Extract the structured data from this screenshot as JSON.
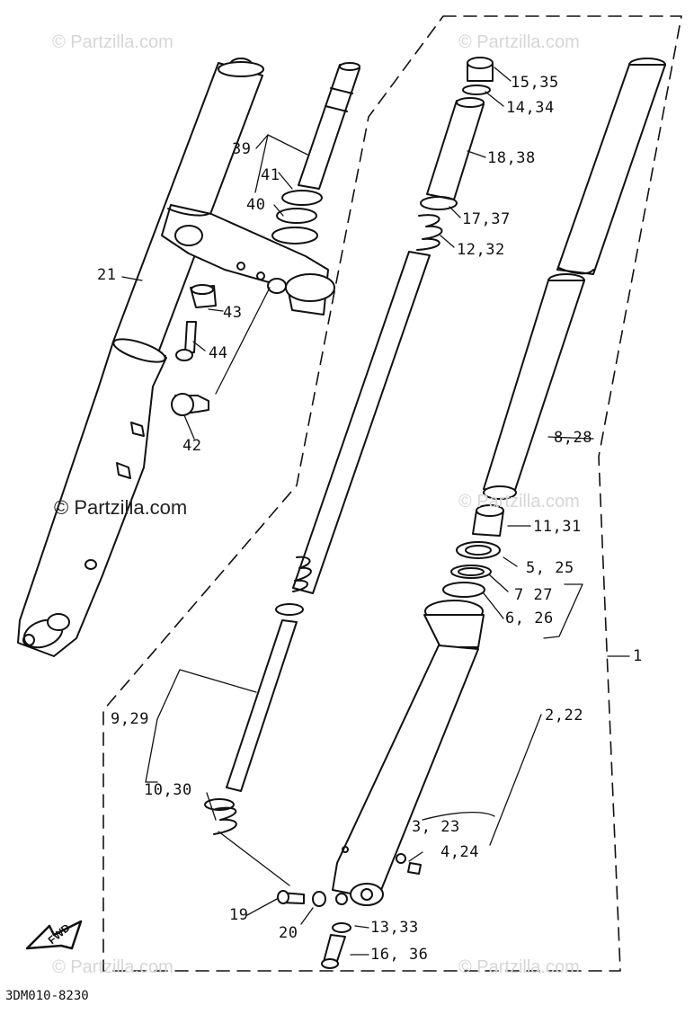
{
  "watermarks": {
    "faint_text": "© Partzilla.com",
    "main_text": "© Partzilla.com"
  },
  "diagram_code": "3DM010-8230",
  "fwd_label": "FWD",
  "labels": {
    "p15_35": "15,35",
    "p14_34": "14,34",
    "p18_38": "18,38",
    "p17_37": "17,37",
    "p12_32": "12,32",
    "p39": "39",
    "p41": "41",
    "p40": "40",
    "p21": "21",
    "p43": "43",
    "p44": "44",
    "p42": "42",
    "p8_28": "8,28",
    "p11_31": "11,31",
    "p5_25": "5, 25",
    "p7_27": "7  27",
    "p6_26": "6, 26",
    "p1": "1",
    "p2_22": "2,22",
    "p9_29": "9,29",
    "p10_30": "10,30",
    "p3_23": "3, 23",
    "p4_24": "4,24",
    "p19": "19",
    "p20": "20",
    "p13_33": "13,33",
    "p16_36": "16, 36"
  },
  "colors": {
    "ink": "#111111",
    "watermark": "#d6d6d6",
    "background": "#ffffff"
  }
}
